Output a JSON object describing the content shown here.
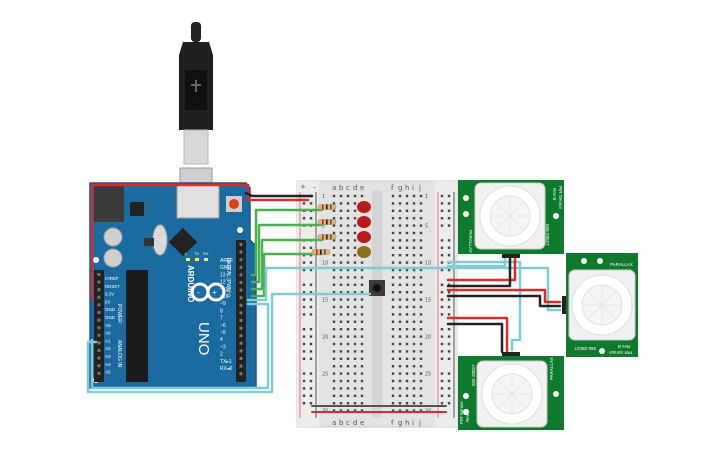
{
  "board": {
    "brand": "ARDUINO",
    "model": "UNO",
    "digital_header": "DIGITAL (PWM~)",
    "power_header": "POWER",
    "analog_header": "ANALOG IN",
    "pins_right": [
      "AREF",
      "GND",
      "13",
      "12",
      "~11",
      "~10",
      "~9",
      "8",
      "7",
      "~6",
      "~5",
      "4",
      "~3",
      "2",
      "TX▸1",
      "RX◂0"
    ],
    "pins_left": [
      "IOREF",
      "RESET",
      "3.3V",
      "5V",
      "GND",
      "GND",
      "Vin",
      "A0",
      "A1",
      "A2",
      "A3",
      "A4",
      "A5"
    ],
    "leds": [
      "L",
      "TX",
      "RX"
    ],
    "reset_label": "RESET"
  },
  "breadboard": {
    "columns_left": [
      "a",
      "b",
      "c",
      "d",
      "e"
    ],
    "columns_right": [
      "f",
      "g",
      "h",
      "i",
      "j"
    ],
    "row_labels": [
      "1",
      "5",
      "10",
      "15",
      "20",
      "25",
      "30"
    ],
    "rail_plus": "+",
    "rail_minus": "–"
  },
  "sensors": [
    {
      "id": "top",
      "model": "PIR Sensor",
      "rev": "Rev B",
      "part": "555-28027",
      "label": "PARALLAX"
    },
    {
      "id": "right",
      "model": "PIR Sensor",
      "rev": "Rev B",
      "part": "555-28027",
      "label": "PARALLAX"
    },
    {
      "id": "bottom",
      "model": "PIR Sensor",
      "rev": "Rev B",
      "part": "555-28027",
      "label": "PARALLAX"
    }
  ],
  "leds": [
    {
      "color": "#b71c1c"
    },
    {
      "color": "#b71c1c"
    },
    {
      "color": "#b71c1c"
    },
    {
      "color": "#8d6e1f"
    }
  ],
  "colors": {
    "board": "#1c6ba0",
    "board_dark": "#155a88",
    "pcb_green": "#0f7a2e",
    "wire_red": "#d32f2f",
    "wire_black": "#222222",
    "wire_green": "#4caf50",
    "wire_cyan": "#80cbd4",
    "breadboard": "#e6e6e6"
  }
}
